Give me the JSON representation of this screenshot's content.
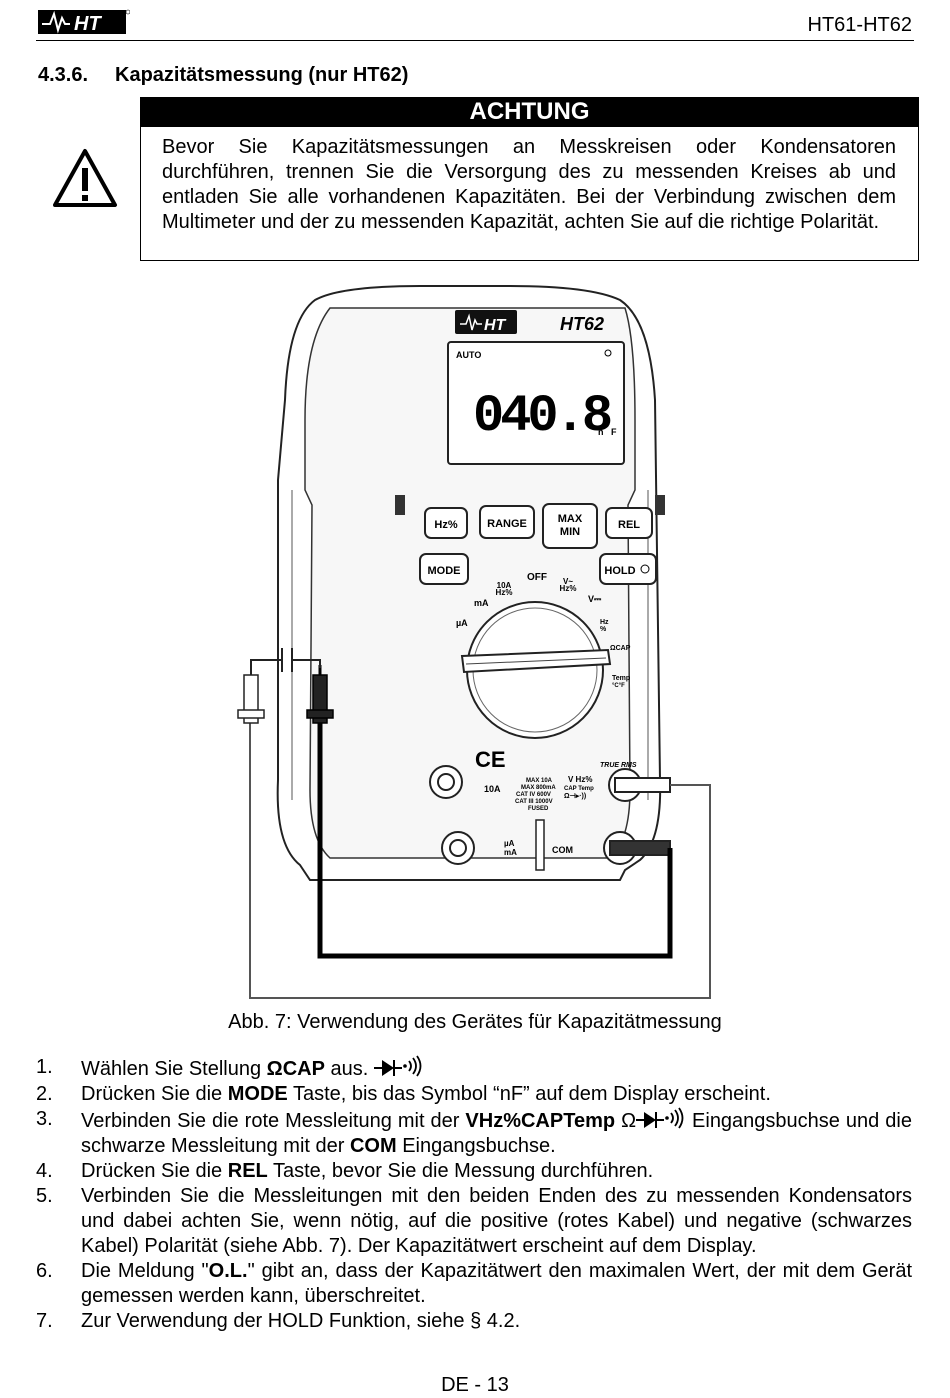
{
  "header": {
    "logo_text": "HT",
    "model": "HT61-HT62"
  },
  "section": {
    "number": "4.3.6.",
    "title": "Kapazitätsmessung (nur HT62)"
  },
  "warning": {
    "title": "ACHTUNG",
    "text": "Bevor Sie Kapazitätsmessungen an Messkreisen oder Kondensatoren durchführen, trennen Sie die Versorgung des zu messenden Kreises ab und entladen Sie alle vorhandenen Kapazitäten. Bei der Verbindung zwischen dem Multimeter und der zu messenden Kapazität, achten Sie auf die richtige Polarität."
  },
  "figure": {
    "logo": "HT",
    "model": "HT62",
    "auto": "AUTO",
    "reading": "040.8",
    "unit_n": "n",
    "unit_f": "F",
    "buttons": [
      "Hz%",
      "RANGE",
      "MAX MIN",
      "REL",
      "MODE",
      "HOLD"
    ],
    "dial_labels": [
      "OFF",
      "10A Hz%",
      "V~ Hz%",
      "mA",
      "V=",
      "µA",
      "Hz %",
      "ΩCAP",
      "Temp °C°F"
    ],
    "jack_labels": [
      "10A",
      "µA mA",
      "COM",
      "V Hz% CAP Temp"
    ],
    "small_text": [
      "TRUE RMS",
      "MAX 10A",
      "MAX 800mA",
      "CAT IV 600V",
      "CAT III 1000V",
      "FUSED"
    ],
    "caption": "Abb. 7: Verwendung des Gerätes für Kapazitätmessung"
  },
  "steps": [
    {
      "n": "1.",
      "a": "Wählen Sie Stellung ",
      "b": "ΩCAP",
      "c": " aus."
    },
    {
      "n": "2.",
      "a": "Drücken Sie die ",
      "b": "MODE",
      "c": " Taste, bis das Symbol “nF” auf dem Display erscheint."
    },
    {
      "n": "3.",
      "a": "Verbinden Sie die rote Messleitung mit der ",
      "b": "VHz%CAPTemp",
      "c": " Eingangsbuchse und die schwarze Messleitung mit der ",
      "d": "COM",
      "e": " Eingangsbuchse."
    },
    {
      "n": "4.",
      "a": "Drücken Sie die ",
      "b": "REL",
      "c": " Taste, bevor Sie die Messung durchführen."
    },
    {
      "n": "5.",
      "a": "Verbinden Sie die Messleitungen mit den beiden Enden des zu messenden Kondensators und dabei achten Sie, wenn nötig, auf die positive (rotes Kabel) und negative (schwarzes Kabel) Polarität (siehe Abb. 7). Der Kapazitätwert erscheint auf dem Display."
    },
    {
      "n": "6.",
      "a": "Die Meldung \"",
      "b": "O.L.",
      "c": "\" gibt an, dass der Kapazitätwert den maximalen Wert, der mit dem Gerät gemessen werden kann, überschreitet."
    },
    {
      "n": "7.",
      "a": "Zur Verwendung der HOLD Funktion, siehe § 4.2."
    }
  ],
  "footer": {
    "page": "DE - 13"
  }
}
